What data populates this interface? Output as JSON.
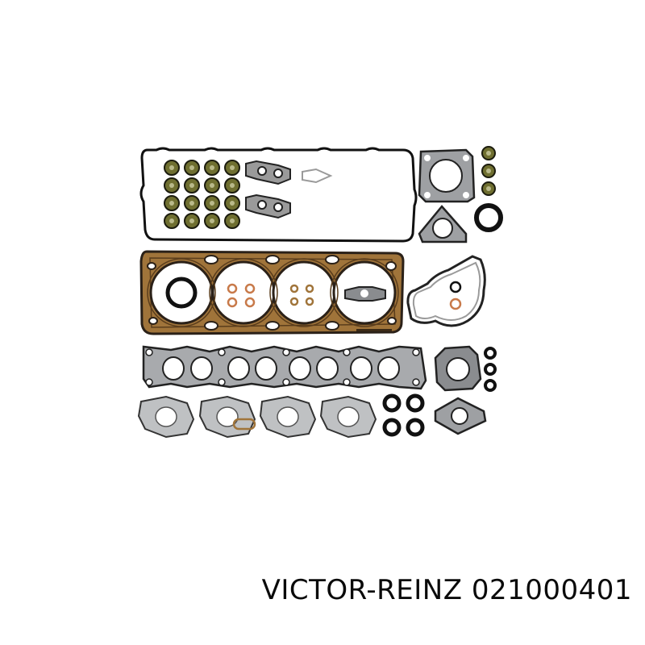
{
  "caption": {
    "brand": "VICTOR-REINZ",
    "part_number": "021000401"
  },
  "photo": {
    "subject": "gasket-set",
    "colors": {
      "gasket_bronze": "#a0743a",
      "gasket_dark": "#2b2118",
      "steel_gray": "#a8aaad",
      "seal_olive": "#7a7a3a",
      "rubber_black": "#111111",
      "copper": "#c87a4a"
    }
  }
}
